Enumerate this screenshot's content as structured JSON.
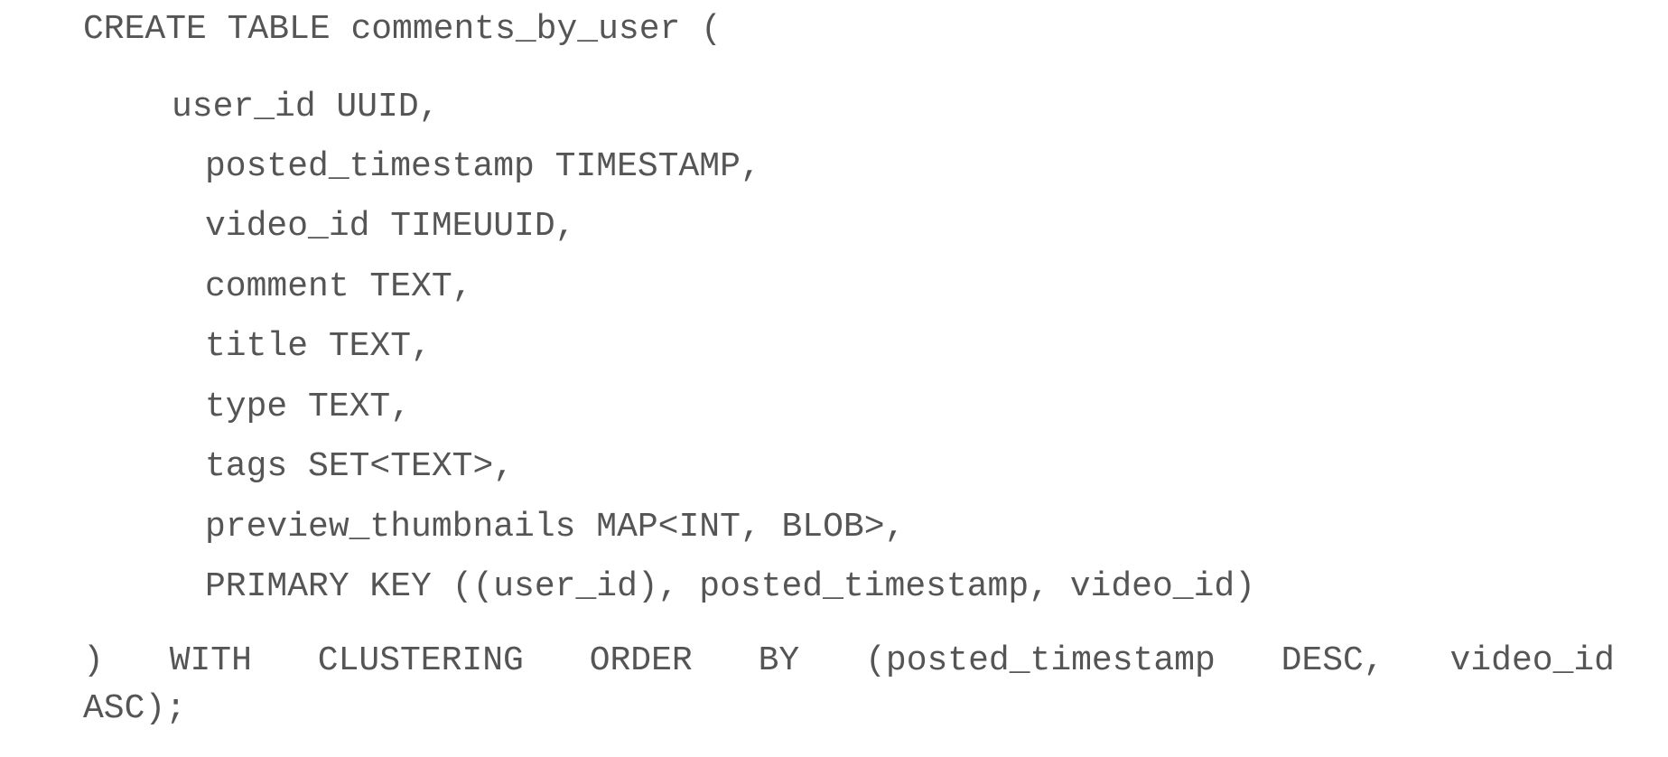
{
  "code": {
    "create_line": "CREATE TABLE comments_by_user (",
    "columns": [
      "user_id UUID,",
      "posted_timestamp TIMESTAMP,",
      "video_id TIMEUUID,",
      "comment TEXT,",
      "title TEXT,",
      "type TEXT,",
      "tags SET<TEXT>,",
      "preview_thumbnails MAP<INT, BLOB>,",
      "PRIMARY KEY ((user_id), posted_timestamp, video_id)"
    ],
    "with_line_tokens": [
      ")",
      "WITH",
      "CLUSTERING",
      "ORDER",
      "BY",
      "(posted_timestamp",
      "DESC,",
      "video_id"
    ],
    "last_line": "ASC);"
  }
}
